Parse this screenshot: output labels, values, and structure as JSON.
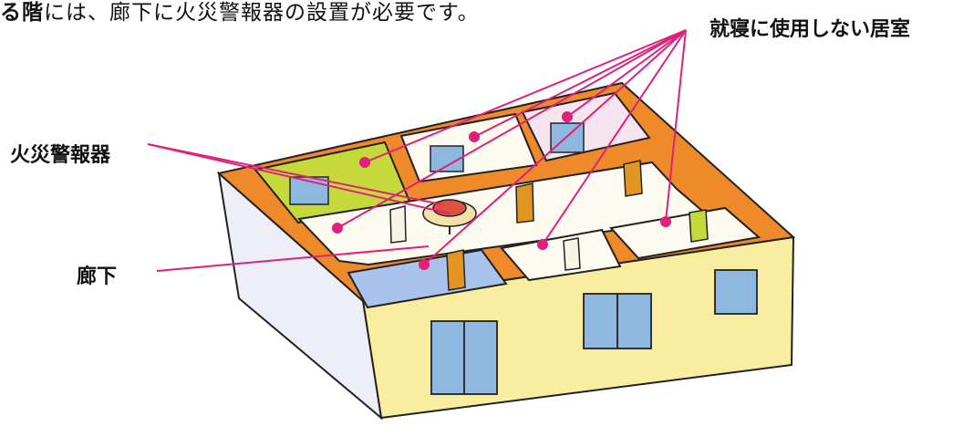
{
  "header": {
    "text_bold": "る階",
    "text_rest": "には、廊下に火災警報器の設置が必要です。"
  },
  "labels": {
    "unused_rooms": "就寝に使用しない居室",
    "fire_alarm": "火災警報器",
    "corridor": "廊下"
  },
  "colors": {
    "leader_line": "#e0207a",
    "wall_top": "#ee8a2a",
    "outer_wall": "#f9eea0",
    "side_wall": "#eeeef8",
    "window_glass": "#8fb8e0"
  }
}
